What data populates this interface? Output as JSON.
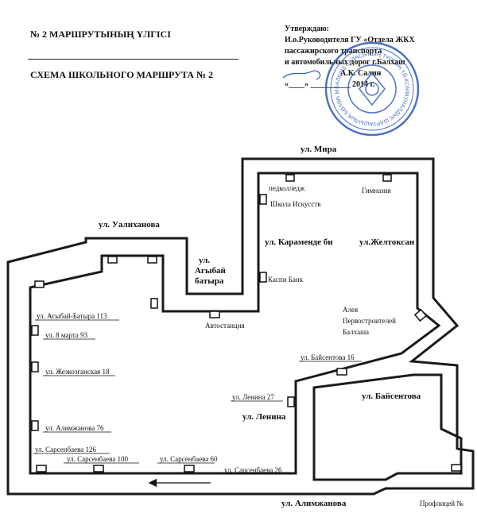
{
  "header": {
    "title_kz": "№ 2 МАРШРУТЫНЫҢ ҮЛГІСІ",
    "title_ru": "СХЕМА ШКОЛЬНОГО МАРШРУТА № 2"
  },
  "approval": {
    "line1": "Утверждаю:",
    "line2": "И.о.Руководителя ГУ «Отдела ЖКХ",
    "line3": "пассажирского транспорта",
    "line4": "и автомобильных дорог г.Балхаш",
    "line5": "А.К. Салин",
    "date": "«____» __________ 2014 г."
  },
  "stamp": {
    "color": "#2f59b8",
    "ring_text": "БАЛҚАШ ҚАЛАСЫНЫҢ ТҰРҒЫН ҮЙ-КОММУНАЛДЫҚ ШАРУАШЫЛЫҚ БӨЛІМІ ММ • ГУ ОТДЕЛ ЖКХ г. БАЛХАШ •"
  },
  "streets": {
    "mira": "ул. Мира",
    "ualikhanova": "ул. Уалиханова",
    "agybay1": "ул.",
    "agybay2": "Агыбай",
    "agybay3": "батыра",
    "karamende": "ул. Карамендe би",
    "zheltoksan": "ул.Желтоксан",
    "baysentova": "ул. Байсентова",
    "lenina": "ул. Ленина",
    "alimzhanova": "ул. Алимжанова"
  },
  "stops": {
    "pedkolledzh": "педколледж",
    "gimnaziya": "Гимназия",
    "shkola_iskusstv": "Школа Искусств",
    "kaspi": "Каспи Банк",
    "avtostanciya": "Автостанция",
    "aleya1": "Алея",
    "aleya2": "Первостроителей",
    "aleya3": "Балхаша",
    "agybay113": "ул. Агыбай-Батыра 113",
    "march8": "ул. 8 марта 93",
    "zhezkazgan": "ул. Жезкозганская 18",
    "alimzhanova76": "ул. Алимжанова 76",
    "sarsenbaeva126": "ул. Сарсенбаева 126",
    "sarsenbaeva100": "ул. Сарсенбаева 100",
    "sarsenbaeva60": "ул. Сарсенбаева 60",
    "sarsenbaeva26": "ул. Сарсенбаева 26",
    "baysentova16": "ул. Байсентова 16",
    "lenina27": "ул. Ленина 27"
  },
  "footer": {
    "note": "Профлицей №"
  }
}
